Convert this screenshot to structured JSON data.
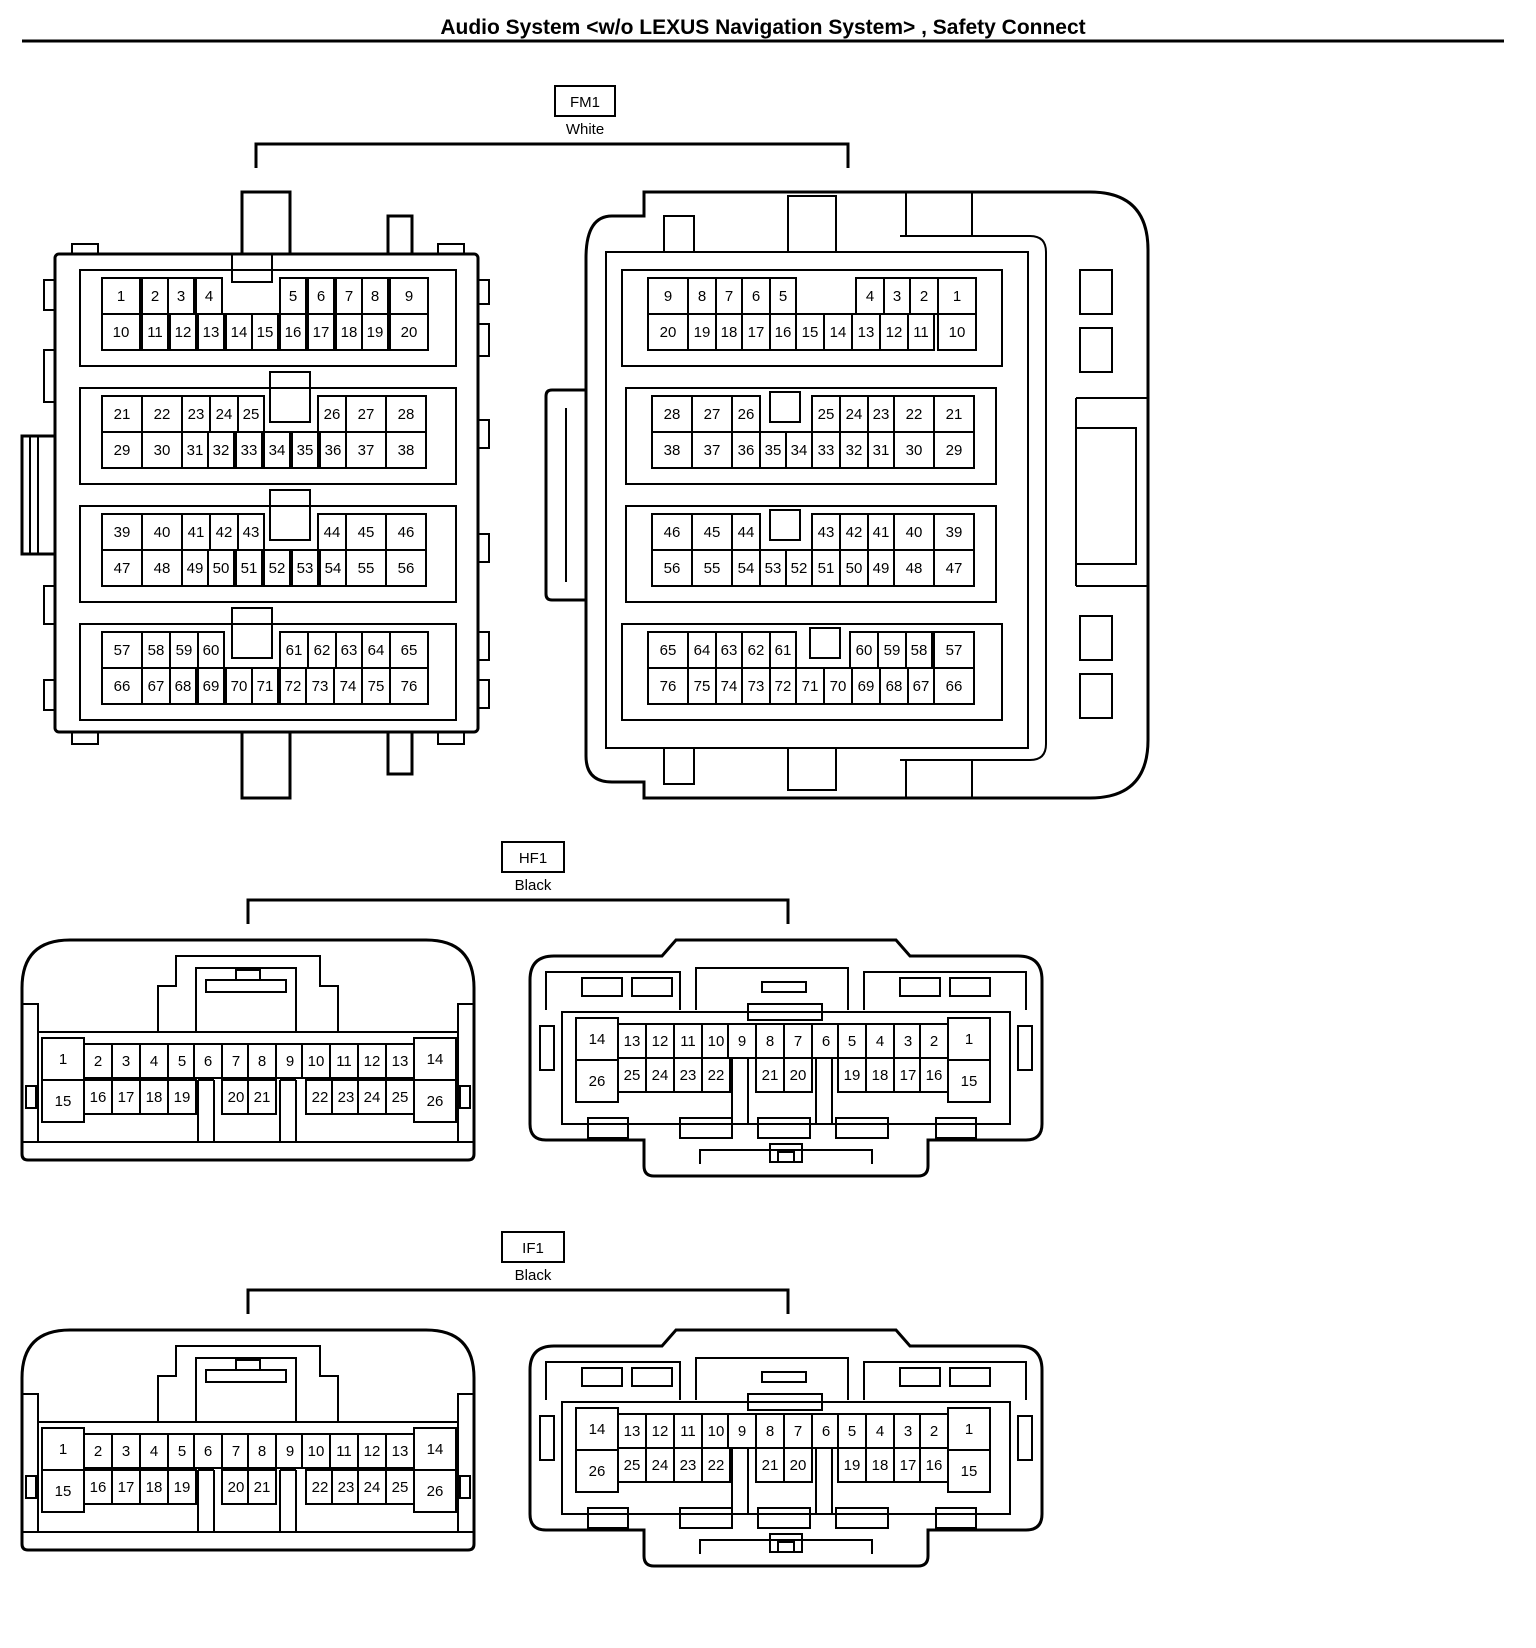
{
  "title": "Audio System <w/o LEXUS Navigation System> , Safety Connect",
  "connectors": [
    {
      "code": "FM1",
      "color": "White",
      "pins": 76
    },
    {
      "code": "HF1",
      "color": "Black",
      "pins": 26
    },
    {
      "code": "IF1",
      "color": "Black",
      "pins": 26
    }
  ]
}
